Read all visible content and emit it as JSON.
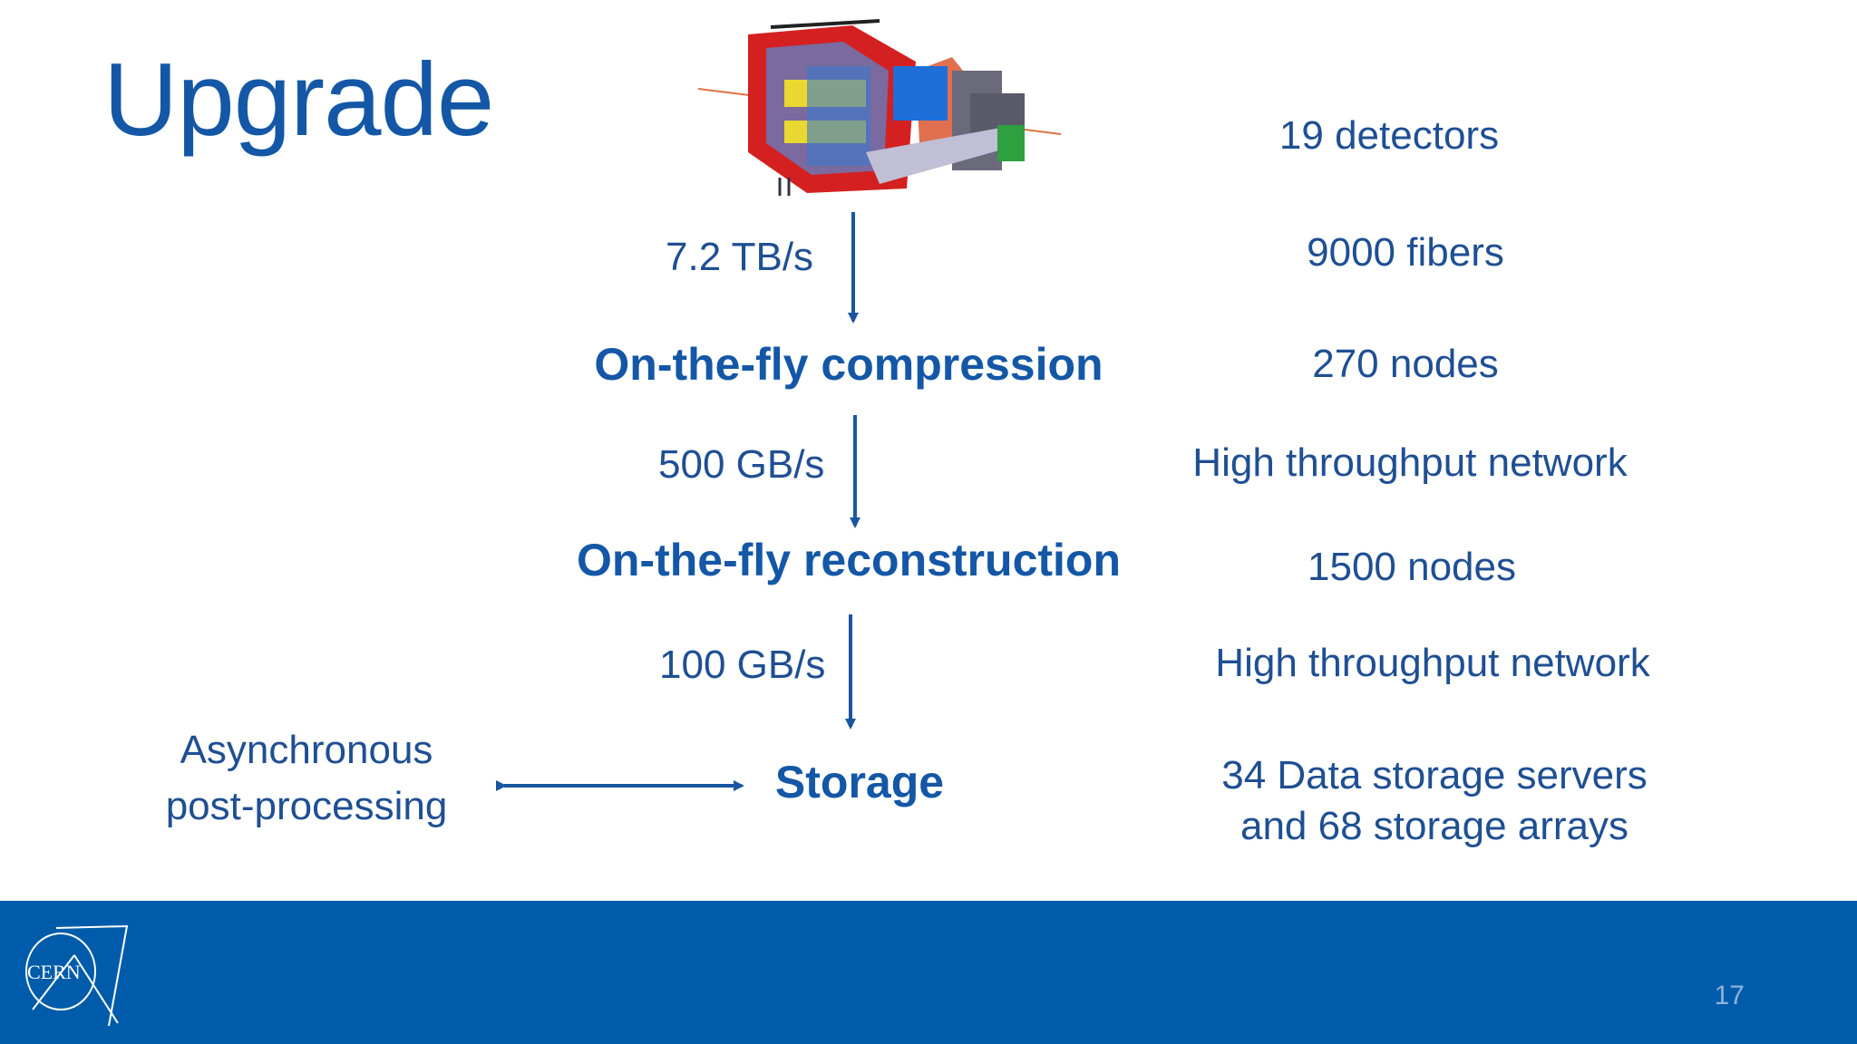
{
  "title": "Upgrade",
  "flow": {
    "rate1": "7.2 TB/s",
    "stage1": "On-the-fly compression",
    "rate2": "500 GB/s",
    "stage2": "On-the-fly reconstruction",
    "rate3": "100 GB/s",
    "stage3": "Storage",
    "side_line1": "Asynchronous",
    "side_line2": "post-processing"
  },
  "specs": {
    "detectors": "19 detectors",
    "fibers": "9000 fibers",
    "nodes1": "270 nodes",
    "network1": "High throughput network",
    "nodes2": "1500 nodes",
    "network2": "High throughput network",
    "storage_line1": "34 Data storage servers",
    "storage_line2": "and 68 storage arrays"
  },
  "footer": {
    "logo_text": "CERN",
    "page_number": "17"
  },
  "colors": {
    "title": "#1457a6",
    "text": "#1f4f93",
    "footer_bg": "#005caa",
    "arrow": "#1a56a0"
  }
}
